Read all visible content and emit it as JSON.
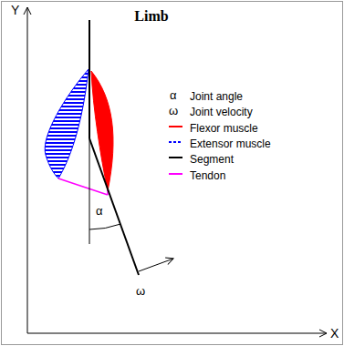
{
  "diagram": {
    "title": "Limb",
    "labels": [
      "Y",
      "α",
      "ω",
      "α",
      "ω",
      "X"
    ],
    "legend": [
      {
        "text": "Joint angle"
      },
      {
        "text": "Joint velocity"
      },
      {
        "text": "Flexor muscle"
      },
      {
        "text": "Extensor muscle"
      },
      {
        "text": "Segment"
      },
      {
        "text": "Tendon"
      }
    ]
  }
}
